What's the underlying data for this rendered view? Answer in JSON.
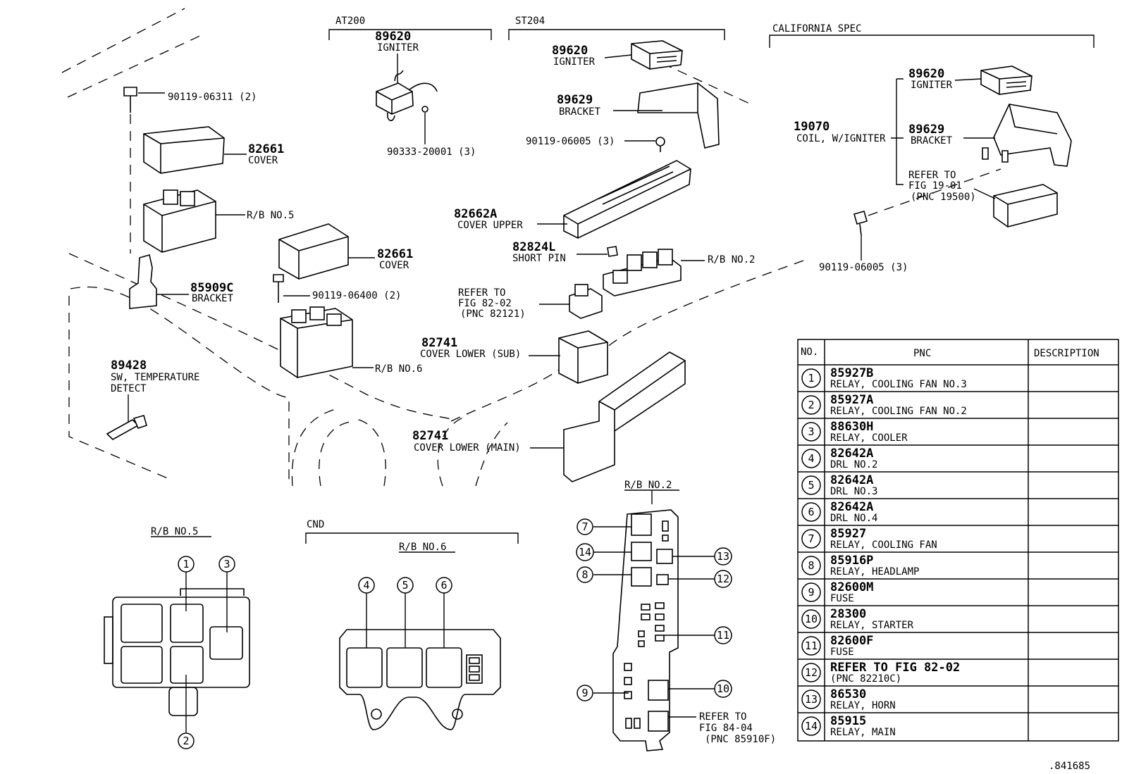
{
  "sections": {
    "at200": "AT200",
    "st204": "ST204",
    "california": "CALIFORNIA SPEC",
    "cnd": "CND"
  },
  "callouts": {
    "at_igniter_no": "89620",
    "at_igniter_desc": "IGNITER",
    "at_screw": "90333-20001 (3)",
    "st_igniter_no": "89620",
    "st_igniter_desc": "IGNITER",
    "st_bracket_no": "89629",
    "st_bracket_desc": "BRACKET",
    "st_bolt": "90119-06005 (3)",
    "cover_upper_no": "82662A",
    "cover_upper_desc": "COVER UPPER",
    "short_pin_no": "82824L",
    "short_pin_desc": "SHORT PIN",
    "rb2_label": "R/B NO.2",
    "refer1_l1": "REFER TO",
    "refer1_l2": "FIG 82-02",
    "refer1_l3": "(PNC 82121)",
    "cover_sub_no": "82741",
    "cover_sub_desc": "COVER LOWER (SUB)",
    "cover_main_no": "82741",
    "cover_main_desc": "COVER LOWER (MAIN)",
    "bolt_top": "90119-06311 (2)",
    "cover5_no": "82661",
    "cover5_desc": "COVER",
    "rb5_label": "R/B NO.5",
    "cover6_no": "82661",
    "cover6_desc": "COVER",
    "bolt_mid": "90119-06400 (2)",
    "rb6_label": "R/B NO.6",
    "bracket_no": "85909C",
    "bracket_desc": "BRACKET",
    "sw_no": "89428",
    "sw_desc1": "SW, TEMPERATURE",
    "sw_desc2": "DETECT",
    "ca_igniter_no": "89620",
    "ca_igniter_desc": "IGNITER",
    "coil_no": "19070",
    "coil_desc": "COIL, W/IGNITER",
    "ca_bracket_no": "89629",
    "ca_bracket_desc": "BRACKET",
    "refer2_l1": "REFER TO",
    "refer2_l2": "FIG 19-01",
    "refer2_l3": "(PNC 19500)",
    "ca_bolt": "90119-06005 (3)"
  },
  "boxes": {
    "rb5_title": "R/B NO.5",
    "rb6_title": "R/B NO.6",
    "rb2_title": "R/B NO.2",
    "refer3_l1": "REFER TO",
    "refer3_l2": "FIG 84-04",
    "refer3_l3": "(PNC 85910F)"
  },
  "circle_numbers": [
    "1",
    "2",
    "3",
    "4",
    "5",
    "6",
    "7",
    "8",
    "9",
    "10",
    "11",
    "12",
    "13",
    "14"
  ],
  "table": {
    "headers": [
      "NO.",
      "PNC",
      "DESCRIPTION"
    ],
    "rows": [
      {
        "no": "1",
        "pnc": "85927B",
        "desc": "RELAY, COOLING FAN NO.3"
      },
      {
        "no": "2",
        "pnc": "85927A",
        "desc": "RELAY, COOLING FAN NO.2"
      },
      {
        "no": "3",
        "pnc": "88630H",
        "desc": "RELAY, COOLER"
      },
      {
        "no": "4",
        "pnc": "82642A",
        "desc": "DRL NO.2"
      },
      {
        "no": "5",
        "pnc": "82642A",
        "desc": "DRL NO.3"
      },
      {
        "no": "6",
        "pnc": "82642A",
        "desc": "DRL NO.4"
      },
      {
        "no": "7",
        "pnc": "85927",
        "desc": "RELAY, COOLING FAN"
      },
      {
        "no": "8",
        "pnc": "85916P",
        "desc": "RELAY, HEADLAMP"
      },
      {
        "no": "9",
        "pnc": "82600M",
        "desc": "FUSE"
      },
      {
        "no": "10",
        "pnc": "28300",
        "desc": "RELAY, STARTER"
      },
      {
        "no": "11",
        "pnc": "82600F",
        "desc": "FUSE"
      },
      {
        "no": "12",
        "pnc": "REFER TO FIG 82-02",
        "desc": "(PNC 82210C)"
      },
      {
        "no": "13",
        "pnc": "86530",
        "desc": "RELAY, HORN"
      },
      {
        "no": "14",
        "pnc": "85915",
        "desc": "RELAY, MAIN"
      }
    ]
  },
  "figure_id": ".841685"
}
